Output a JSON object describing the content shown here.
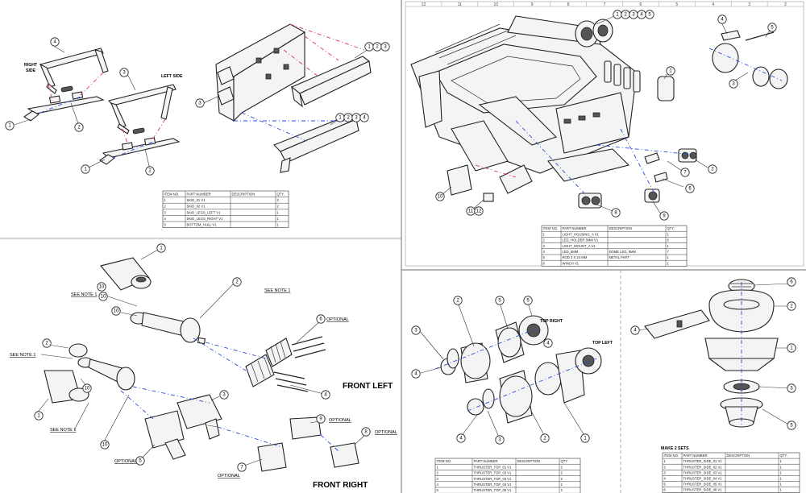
{
  "sheet1": {
    "side_right": [
      "RIGHT",
      "SIDE"
    ],
    "side_left": "LEFT SIDE",
    "balloons": [
      "4",
      "1",
      "2",
      "3",
      "1",
      "2",
      "3",
      "1",
      "2",
      "3",
      "1",
      "2",
      "3",
      "4"
    ],
    "bom": {
      "headers": [
        "ITEM NO.",
        "PART NUMBER",
        "DESCRIPTION",
        "QTY."
      ],
      "rows": [
        [
          "1",
          "SKID_01 V1",
          "",
          "2"
        ],
        [
          "2",
          "SKID_02 V1",
          "",
          "2"
        ],
        [
          "3",
          "SKID_LEGS_LEFT V1",
          "",
          "1"
        ],
        [
          "4",
          "SKID_LEGS_RIGHT V1",
          "",
          "1"
        ],
        [
          "5",
          "BOTTOM_HULL V1",
          "",
          "1"
        ]
      ]
    }
  },
  "sheet2": {
    "ruler": [
      "12",
      "11",
      "10",
      "9",
      "8",
      "7",
      "6",
      "5",
      "4",
      "3",
      "2"
    ],
    "balloons": [
      "1",
      "2",
      "3",
      "4",
      "5",
      "4",
      "5",
      "3",
      "1",
      "2",
      "6",
      "7",
      "8",
      "9",
      "10",
      "11",
      "12"
    ],
    "bom": {
      "headers": [
        "ITEM NO.",
        "PART NUMBER",
        "DESCRIPTION",
        "QTY."
      ],
      "rows": [
        [
          "1",
          "LIGHT_HOUSING_A V1",
          "",
          "1"
        ],
        [
          "2",
          "LED_HOLDER 5MM V1",
          "",
          "6"
        ],
        [
          "3",
          "LIGHT_MOUNT_A V1",
          "",
          "1"
        ],
        [
          "4",
          "LED_5MM",
          "DOME LED, 5MM",
          "7"
        ],
        [
          "5",
          "ROD 3 X 24 MM",
          "METAL PART",
          "1"
        ],
        [
          "6",
          "WINCH V1",
          "",
          "1"
        ]
      ]
    }
  },
  "sheet3": {
    "front_left": "FRONT LEFT",
    "front_right": "FRONT RIGHT",
    "see_note": "SEE NOTE 1",
    "optional": "OPTIONAL",
    "balloons": [
      "1",
      "2",
      "10",
      "10",
      "2",
      "10",
      "1",
      "10",
      "10",
      "4",
      "5",
      "3",
      "6",
      "7",
      "8",
      "9"
    ]
  },
  "sheet4": {
    "top_right": "TOP RIGHT",
    "top_left": "TOP LEFT",
    "balloons": [
      "3",
      "2",
      "4",
      "5",
      "4",
      "3",
      "2",
      "1",
      "5",
      "4"
    ],
    "bom": {
      "headers": [
        "ITEM NO.",
        "PART NUMBER",
        "DESCRIPTION",
        "QTY."
      ],
      "rows": [
        [
          "1",
          "THRUSTER_TOP_01 V1",
          "",
          "2"
        ],
        [
          "2",
          "THRUSTER_TOP_02 V1",
          "",
          "2"
        ],
        [
          "3",
          "THRUSTER_TOP_03 V1",
          "",
          "2"
        ],
        [
          "4",
          "THRUSTER_TOP_04 V1",
          "",
          "2"
        ],
        [
          "5",
          "THRUSTER_TOP_05 V1",
          "",
          "2"
        ]
      ]
    }
  },
  "sheet5": {
    "make_sets": "MAKE 2 SETS",
    "balloons": [
      "6",
      "2",
      "4",
      "1",
      "3",
      "5"
    ],
    "bom": {
      "headers": [
        "ITEM NO.",
        "PART NUMBER",
        "DESCRIPTION",
        "QTY."
      ],
      "rows": [
        [
          "1",
          "THRUSTER_SIDE_01 V1",
          "",
          "1"
        ],
        [
          "2",
          "THRUSTER_SIDE_02 V1",
          "",
          "1"
        ],
        [
          "3",
          "THRUSTER_SIDE_03 V1",
          "",
          "1"
        ],
        [
          "4",
          "THRUSTER_SIDE_04 V1",
          "",
          "1"
        ],
        [
          "5",
          "THRUSTER_SIDE_05 V1",
          "",
          "1"
        ],
        [
          "6",
          "THRUSTER_SIDE_06 V1",
          "",
          "1"
        ]
      ]
    }
  }
}
